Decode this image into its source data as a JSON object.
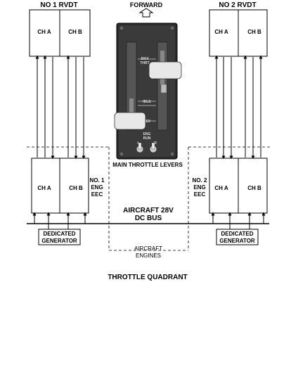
{
  "title": "THROTTLE QUADRANT",
  "forward_label": "FORWARD",
  "rvdt1": {
    "title": "NO 1 RVDT",
    "cha": "CH A",
    "chb": "CH B"
  },
  "rvdt2": {
    "title": "NO 2 RVDT",
    "cha": "CH A",
    "chb": "CH B"
  },
  "eec1": {
    "cha": "CH A",
    "chb": "CH B",
    "label_line1": "NO. 1",
    "label_line2": "ENG",
    "label_line3": "EEC"
  },
  "eec2": {
    "cha": "CH A",
    "chb": "CH B",
    "label_line1": "NO. 2",
    "label_line2": "ENG",
    "label_line3": "EEC"
  },
  "gen1": {
    "line1": "DEDICATED",
    "line2": "GENERATOR"
  },
  "gen2": {
    "line1": "DEDICATED",
    "line2": "GENERATOR"
  },
  "bus": {
    "line1": "AIRCRAFT 28V",
    "line2": "DC BUS"
  },
  "engines": {
    "line1": "AIRCRAFT",
    "line2": "ENGINES"
  },
  "levers_label": "MAIN THROTTLE LEVERS",
  "panel": {
    "max_thrust_line1": "MAX",
    "max_thrust_line2": "THRT",
    "idle": "IDLE",
    "rev": "REV",
    "eng_run_line1": "ENG",
    "eng_run_line2": "RUN",
    "switch_left": "L",
    "switch_right": "R"
  },
  "colors": {
    "line": "#000000",
    "panel_dark": "#2b2b2b",
    "panel_mid": "#555555",
    "lever": "#e8e8e8"
  }
}
